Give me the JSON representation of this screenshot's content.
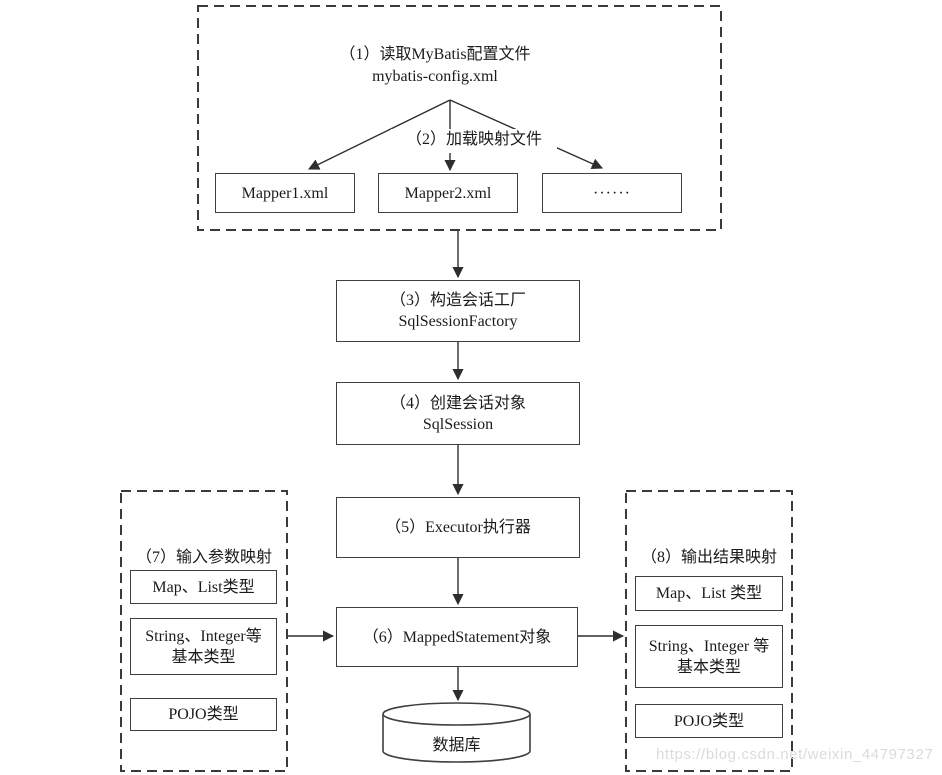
{
  "config_group": {
    "step1_line1": "（1）读取MyBatis配置文件",
    "step1_line2": "mybatis-config.xml",
    "step2_label": "（2）加载映射文件",
    "mapper1": "Mapper1.xml",
    "mapper2": "Mapper2.xml",
    "mapper_more": "······"
  },
  "pipeline": {
    "step3_line1": "（3）构造会话工厂",
    "step3_line2": "SqlSessionFactory",
    "step4_line1": "（4）创建会话对象",
    "step4_line2": "SqlSession",
    "step5_label": "（5）Executor执行器",
    "step6_label": "（6）MappedStatement对象",
    "database_label": "数据库"
  },
  "input_mapping_group": {
    "title": "（7）输入参数映射",
    "item1": "Map、List类型",
    "item2_line1": "String、Integer等",
    "item2_line2": "基本类型",
    "item3": "POJO类型"
  },
  "output_mapping_group": {
    "title": "（8）输出结果映射",
    "item1": "Map、List 类型",
    "item2_line1": "String、Integer 等",
    "item2_line2": "基本类型",
    "item3": "POJO类型"
  },
  "watermark": "https://blog.csdn.net/weixin_44797327",
  "colors": {
    "line": "#3a3a3a",
    "text": "#1b1b1b",
    "watermark": "#d9dbde",
    "background": "#ffffff"
  }
}
